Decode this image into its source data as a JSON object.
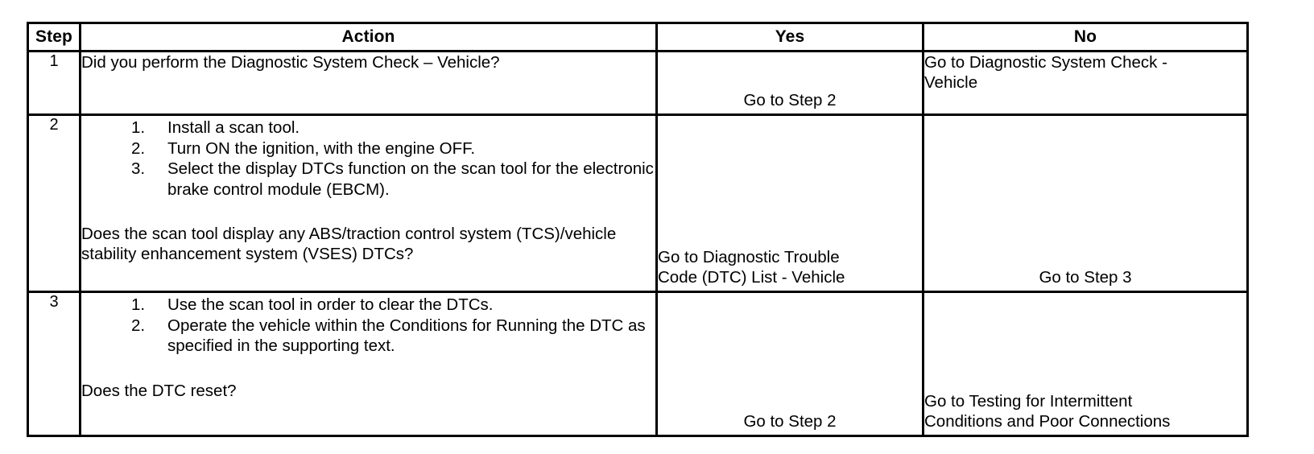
{
  "table": {
    "headers": {
      "step": "Step",
      "action": "Action",
      "yes": "Yes",
      "no": "No"
    },
    "rows": [
      {
        "step": "1",
        "action_question": "Did you perform the Diagnostic System Check – Vehicle?",
        "action_items": [],
        "yes": "Go to Step 2",
        "no_line1": "Go to Diagnostic System Check -",
        "no_line2": "Vehicle"
      },
      {
        "step": "2",
        "action_items": [
          {
            "num": "1.",
            "text": "Install a scan tool."
          },
          {
            "num": "2.",
            "text": "Turn ON the ignition, with the engine OFF."
          },
          {
            "num": "3.",
            "text": "Select the display DTCs function on the scan tool for the electronic brake control module (EBCM)."
          }
        ],
        "action_question": "Does the scan tool display any ABS/traction control system (TCS)/vehicle stability enhancement system (VSES) DTCs?",
        "yes_line1": "Go to Diagnostic Trouble",
        "yes_line2": "Code (DTC) List - Vehicle",
        "no": "Go to Step 3"
      },
      {
        "step": "3",
        "action_items": [
          {
            "num": "1.",
            "text": "Use the scan tool in order to clear the DTCs."
          },
          {
            "num": "2.",
            "text": "Operate the vehicle within the Conditions for Running the DTC as specified in the supporting text."
          }
        ],
        "action_question": "Does the DTC reset?",
        "yes": "Go to Step 2",
        "no_line1": "Go to Testing for Intermittent",
        "no_line2": "Conditions and Poor Connections"
      }
    ]
  }
}
